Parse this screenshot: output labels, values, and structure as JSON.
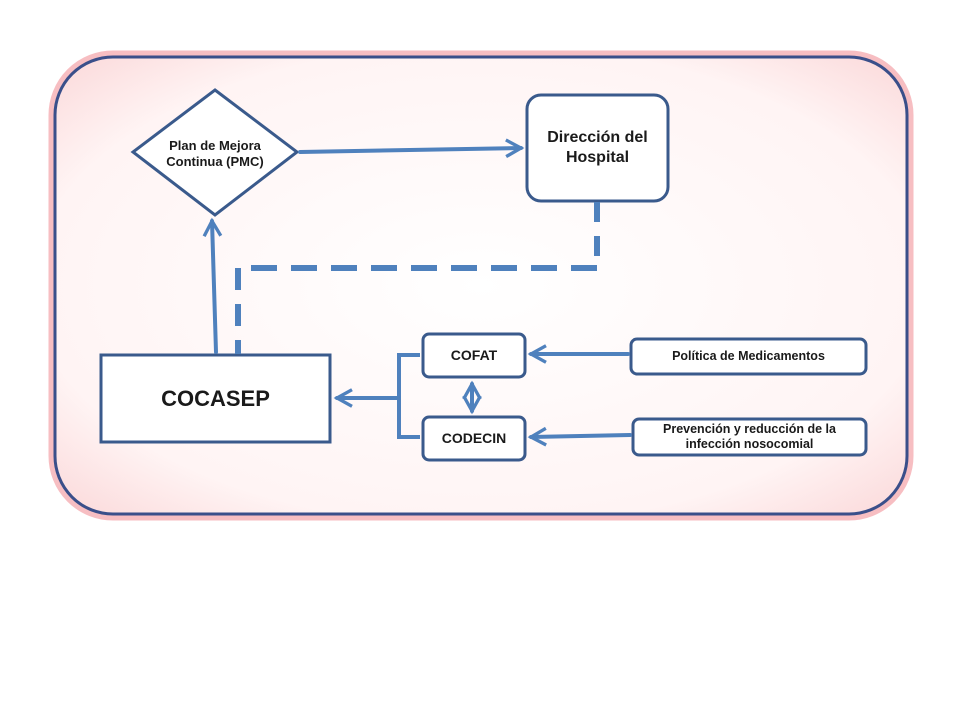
{
  "diagram": {
    "nodes": {
      "pmc": {
        "label": "Plan de Mejora Continua (PMC)"
      },
      "direccion": {
        "label": "Dirección del Hospital"
      },
      "cocasep": {
        "label": "COCASEP"
      },
      "cofat": {
        "label": "COFAT"
      },
      "codecin": {
        "label": "CODECIN"
      },
      "politica": {
        "label": "Política de Medicamentos"
      },
      "prevencion": {
        "label": "Prevención y reducción de la infección nosocomial"
      }
    },
    "edges": [
      {
        "from": "cocasep",
        "to": "pmc",
        "style": "solid"
      },
      {
        "from": "pmc",
        "to": "direccion",
        "style": "solid"
      },
      {
        "from": "direccion",
        "to": "cocasep",
        "style": "dashed"
      },
      {
        "from": "cofat",
        "to": "cocasep",
        "style": "solid"
      },
      {
        "from": "codecin",
        "to": "cocasep",
        "style": "solid"
      },
      {
        "from": "cofat",
        "to": "codecin",
        "style": "bidirectional"
      },
      {
        "from": "politica",
        "to": "cofat",
        "style": "solid"
      },
      {
        "from": "prevencion",
        "to": "codecin",
        "style": "solid"
      }
    ]
  },
  "colors": {
    "frame_border": "#3a4f8a",
    "frame_glow": "#f08a90",
    "frame_fill": "#fdeeee",
    "node_border": "#3a5a8c",
    "connector": "#4f81bd",
    "node_fill": "#ffffff"
  }
}
